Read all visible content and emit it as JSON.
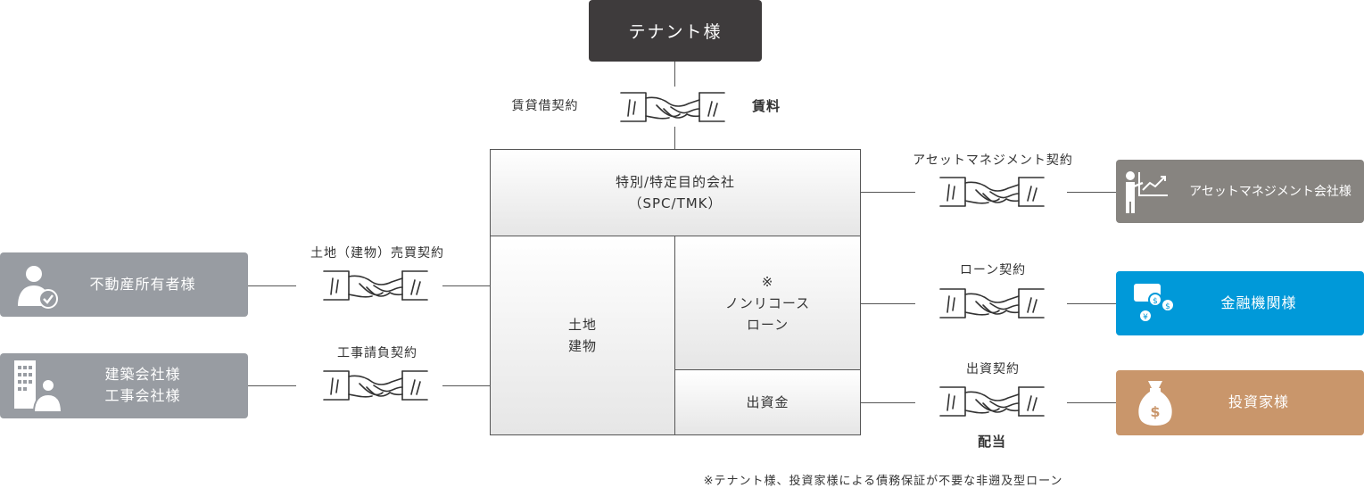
{
  "tenant": "テナント様",
  "tenant_contract": "賃貸借契約",
  "tenant_flow": "賃料",
  "spc": {
    "line1": "特別/特定目的会社",
    "line2": "（SPC/TMK）"
  },
  "assets": {
    "line1": "土地",
    "line2": "建物"
  },
  "loan_box": {
    "mark": "※",
    "line1": "ノンリコース",
    "line2": "ローン"
  },
  "equity_box": "出資金",
  "left_parties": [
    {
      "name": "不動産所有者様",
      "contract": "土地（建物）売買契約",
      "icon": "person-check-icon"
    },
    {
      "line1": "建築会社様",
      "line2": "工事会社様",
      "contract": "工事請負契約",
      "icon": "building-person-icon"
    }
  ],
  "right_parties": [
    {
      "name": "アセットマネジメント会社様",
      "contract": "アセットマネジメント契約",
      "icon": "presenter-chart-icon",
      "color": "#878480"
    },
    {
      "name": "金融機関様",
      "contract": "ローン契約",
      "icon": "money-coins-icon",
      "color": "#0099d9"
    },
    {
      "name": "投資家様",
      "contract": "出資契約",
      "flow": "配当",
      "icon": "money-bag-icon",
      "color": "#c9966b"
    }
  ],
  "left_color": "#989ca2",
  "footnote": "※テナント様、投資家様による債務保証が不要な非遡及型ローン"
}
